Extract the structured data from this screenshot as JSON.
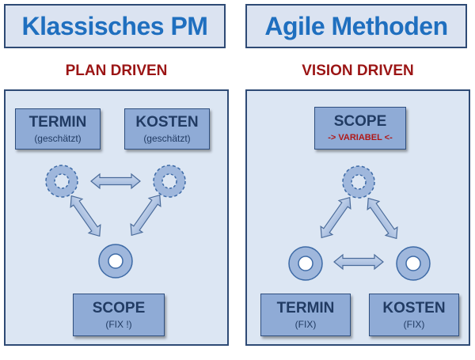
{
  "left": {
    "title": "Klassisches PM",
    "subtitle": "PLAN DRIVEN",
    "termin": {
      "label": "TERMIN",
      "note": "(geschätzt)"
    },
    "kosten": {
      "label": "KOSTEN",
      "note": "(geschätzt)"
    },
    "scope": {
      "label": "SCOPE",
      "note": "(FIX !)"
    }
  },
  "right": {
    "title": "Agile Methoden",
    "subtitle": "VISION DRIVEN",
    "scope": {
      "label": "SCOPE",
      "note": "-> VARIABEL <-"
    },
    "termin": {
      "label": "TERMIN",
      "note": "(FIX)"
    },
    "kosten": {
      "label": "KOSTEN",
      "note": "(FIX)"
    }
  },
  "colors": {
    "title_text": "#1f6fbf",
    "subtitle_text": "#9b1515",
    "panel_fill": "#dce6f3",
    "box_fill": "#8fabd6",
    "border": "#2e4a75",
    "variable_note": "#b01818"
  },
  "icons": {
    "fixed_node": "solid-ring-icon",
    "variable_node": "dashed-ring-icon",
    "relation": "double-headed-arrow-icon"
  }
}
